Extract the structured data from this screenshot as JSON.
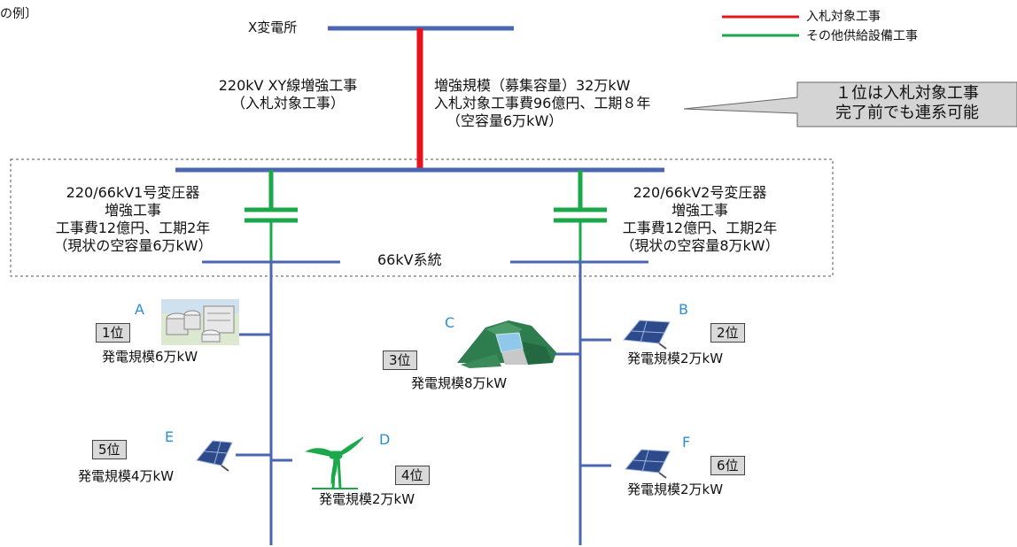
{
  "header": {
    "corner_text": "の例〕"
  },
  "legend": [
    {
      "label": "入札対象工事",
      "color": "#e8141b"
    },
    {
      "label": "その他供給設備工事",
      "color": "#1aa84a"
    }
  ],
  "substation": {
    "label": "X変電所"
  },
  "main_line": {
    "name_line1": "220kV XY線増強工事",
    "name_line2": "（入札対象工事）",
    "detail_line1": "増強規模（募集容量）32万kW",
    "detail_line2": "入札対象工事費96億円、工期８年",
    "detail_line3": "（空容量6万kW）"
  },
  "callout": {
    "line1": "１位は入札対象工事",
    "line2": "完了前でも連系可能"
  },
  "transformers": [
    {
      "line1": "220/66kV1号変圧器",
      "line2": "増強工事",
      "line3": "工事費12億円、工期2年",
      "line4": "（現状の空容量6万kW）"
    },
    {
      "line1": "220/66kV2号変圧器",
      "line2": "増強工事",
      "line3": "工事費12億円、工期2年",
      "line4": "（現状の空容量8万kW）"
    }
  ],
  "system_label": "66kV系統",
  "generators": [
    {
      "letter": "A",
      "rank": "1位",
      "capacity": "発電規模6万kW",
      "icon": "thermal-plant-icon"
    },
    {
      "letter": "B",
      "rank": "2位",
      "capacity": "発電規模2万kW",
      "icon": "solar-panel-icon"
    },
    {
      "letter": "C",
      "rank": "3位",
      "capacity": "発電規模8万kW",
      "icon": "hydro-dam-icon"
    },
    {
      "letter": "D",
      "rank": "4位",
      "capacity": "発電規模2万kW",
      "icon": "wind-turbine-icon"
    },
    {
      "letter": "E",
      "rank": "5位",
      "capacity": "発電規模4万kW",
      "icon": "solar-panel-icon"
    },
    {
      "letter": "F",
      "rank": "6位",
      "capacity": "発電規模2万kW",
      "icon": "solar-panel-icon"
    }
  ],
  "colors": {
    "bus": "#4a66b0",
    "red_line": "#e8141b",
    "green_line": "#1aa84a",
    "blue_text": "#2b8fd6"
  }
}
